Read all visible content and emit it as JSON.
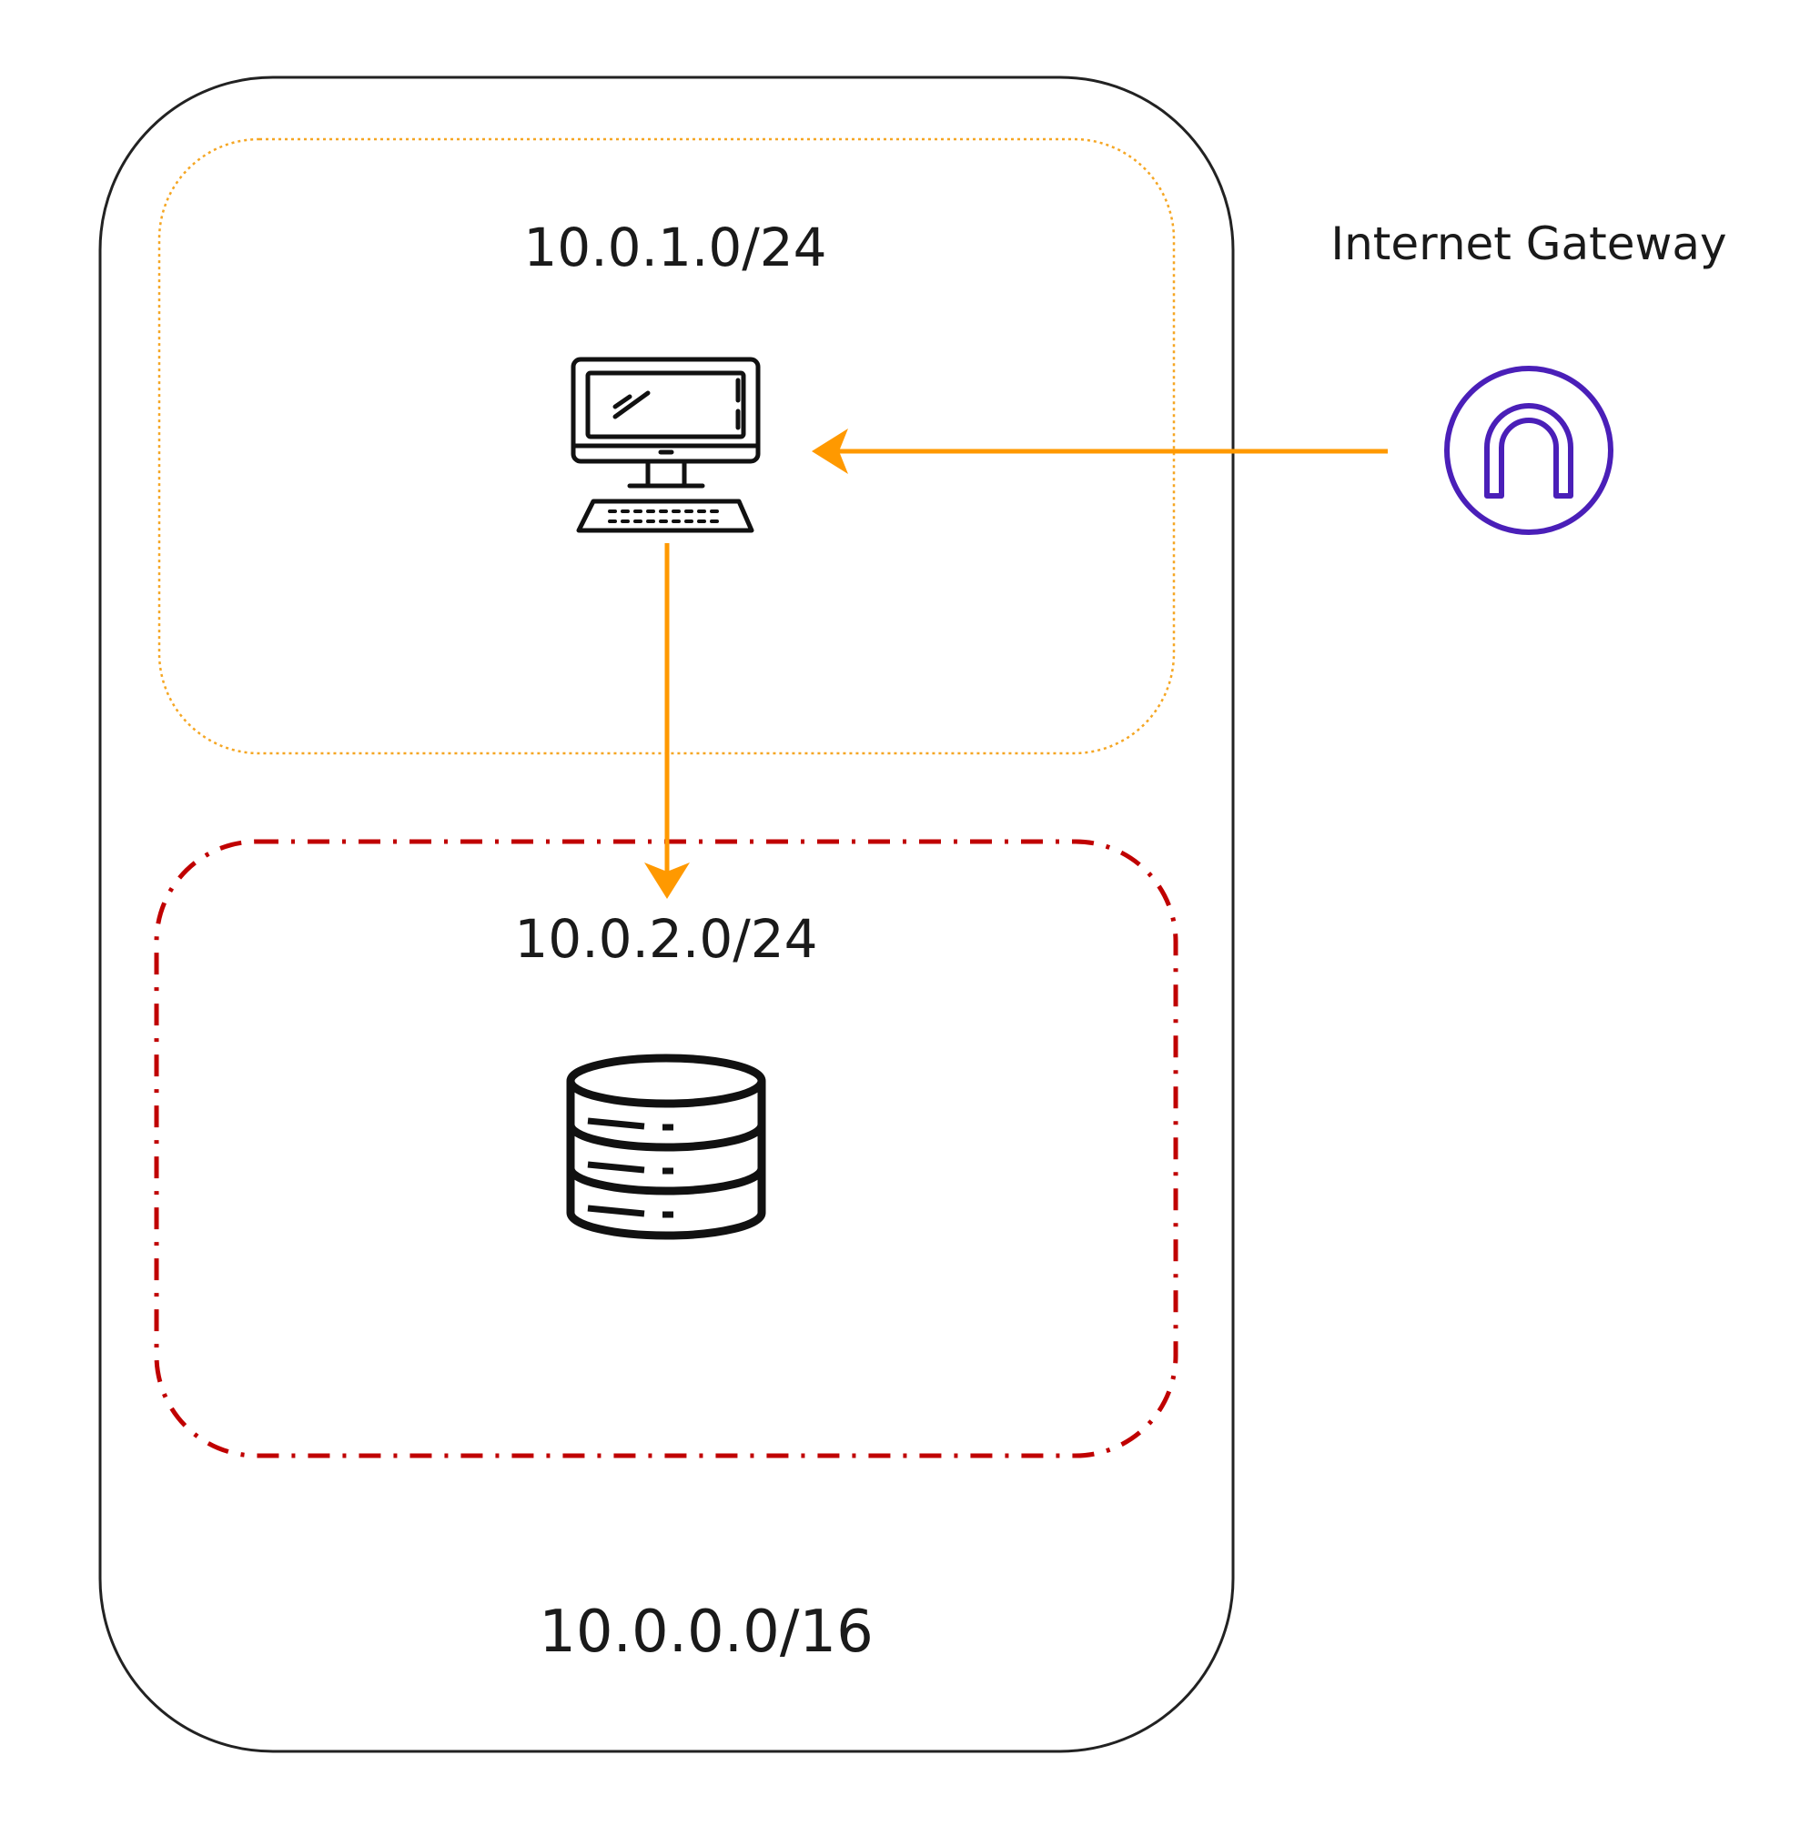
{
  "diagram": {
    "vpc": {
      "cidr": "10.0.0.0/16",
      "border_color": "#222222"
    },
    "public_subnet": {
      "cidr": "10.0.1.0/24",
      "border_color": "#f5a623",
      "icon": "desktop-computer-icon"
    },
    "private_subnet": {
      "cidr": "10.0.2.0/24",
      "border_color": "#c00000",
      "icon": "database-icon"
    },
    "internet_gateway": {
      "label": "Internet Gateway",
      "color": "#4a1fb8",
      "icon": "internet-gateway-icon"
    },
    "arrow_color": "#ff9900"
  }
}
